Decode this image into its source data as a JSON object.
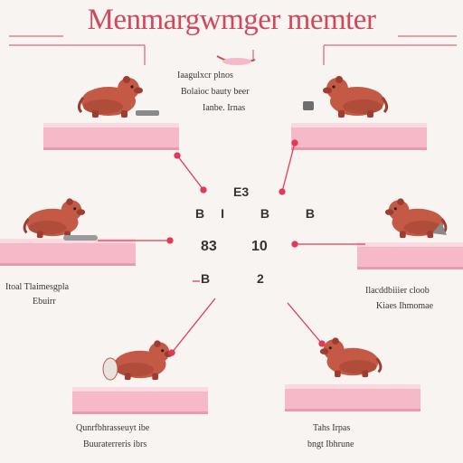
{
  "title": "Menmargwmger memter",
  "captions": {
    "top_center": [
      "Iaagulxcr plnos",
      "Bolaioc bauty beer",
      "Ianbe. Irnas"
    ],
    "mid_left": [
      "Itoal Tlaimesgpla",
      "Ebuirr"
    ],
    "mid_right": [
      "Ilacddbiiier cloob",
      "Kiaes Ihmomae"
    ],
    "bottom_left": [
      "Qunrfbhrasseuyt ibe",
      "Buuraterreris ibrs"
    ],
    "bottom_right": [
      "Tahs Irpas",
      "bngt Ibhrune"
    ]
  },
  "center_labels": [
    "E3",
    "BI B B",
    "83",
    "10",
    "B",
    "2"
  ],
  "colors": {
    "accent": "#d2485a",
    "mat": "#f5b9c7",
    "mat_top": "#fbd9e1",
    "animal": "#c45a45",
    "animal_dark": "#9c3d2f",
    "ink": "#3c3434"
  }
}
